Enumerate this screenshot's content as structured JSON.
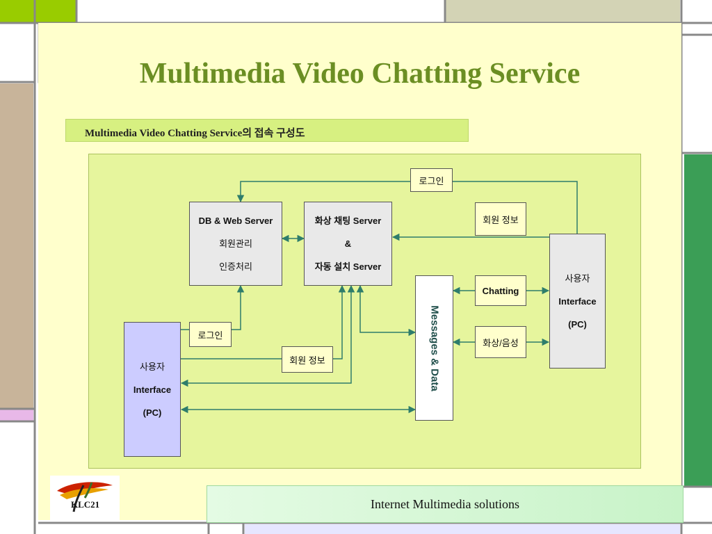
{
  "slide": {
    "title": "Multimedia Video Chatting Service",
    "subtitle": "Multimedia Video Chatting Service의 접속 구성도",
    "footer": "Internet Multimedia solutions",
    "logo_text": "KLC21"
  },
  "diagram": {
    "db_server": {
      "line1": "DB & Web Server",
      "line2": "회원관리",
      "line3": "인증처리"
    },
    "chat_server": {
      "line1": "화상 채팅 Server",
      "line2": "&",
      "line3": "자동 설치 Server"
    },
    "user_left": {
      "line1": "사용자",
      "line2": "Interface",
      "line3": "(PC)"
    },
    "user_right": {
      "line1": "사용자",
      "line2": "Interface",
      "line3": "(PC)"
    },
    "messages": "Messages & Data",
    "login_top": "로그인",
    "login_left": "로그인",
    "member_info_right": "회원 정보",
    "member_info_bottom": "회원 정보",
    "chatting": "Chatting",
    "video_audio": "화상/음성"
  },
  "colors": {
    "title": "#6b8e23",
    "slide_bg": "#ffffcc",
    "panel_bg": "#e6f59d",
    "arrow": "#2e7d6b",
    "green_bar": "#3b9e56"
  }
}
